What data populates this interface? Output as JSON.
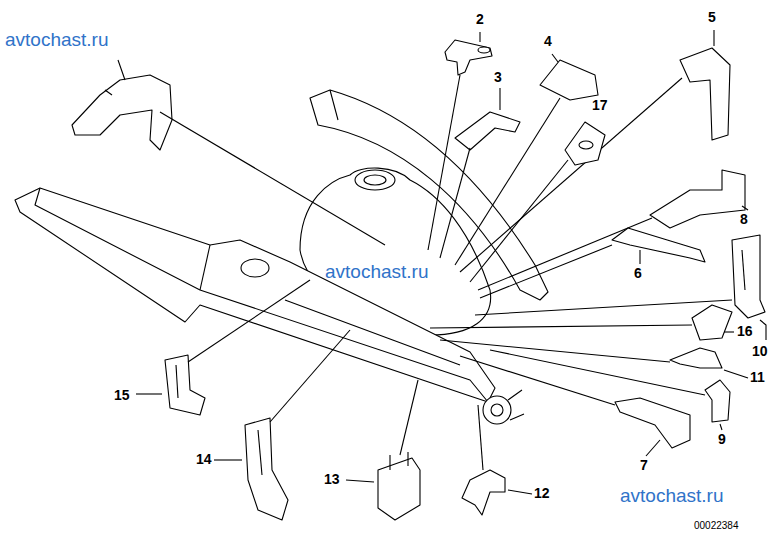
{
  "diagram": {
    "labels": [
      "avtochast.ru",
      "2",
      "4",
      "5",
      "3",
      "17",
      "8",
      "6",
      "10",
      "16",
      "11",
      "9",
      "7",
      "12",
      "13",
      "14",
      "15",
      "avtochast.ru",
      "avtochast.ru",
      "00022384"
    ]
  }
}
